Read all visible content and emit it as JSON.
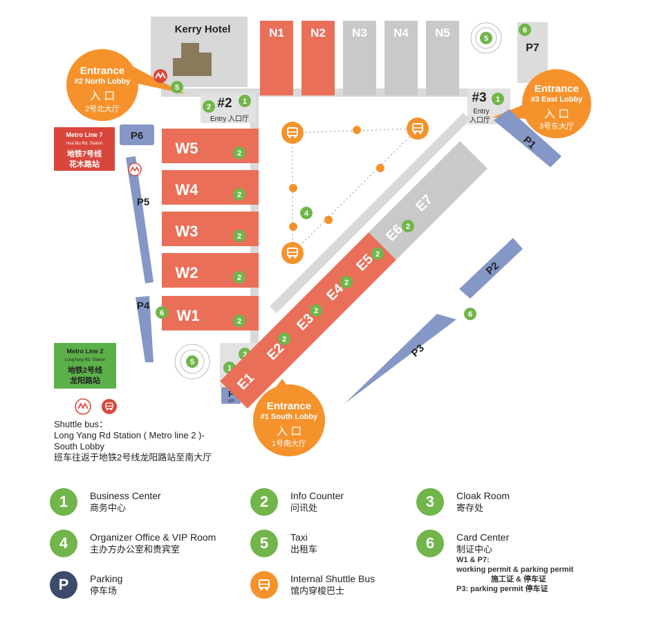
{
  "colors": {
    "hall_red": "#ea6f58",
    "hall_grey": "#c9c9c9",
    "parking_blue": "#8597c6",
    "entrance_orange": "#f5922b",
    "badge_green": "#71b54b",
    "metro_red": "#d9473c",
    "metro_green": "#5cb049"
  },
  "hotel": {
    "name": "Kerry Hotel"
  },
  "halls": {
    "north": [
      "N1",
      "N2",
      "N3",
      "N4",
      "N5"
    ],
    "west": [
      "W5",
      "W4",
      "W3",
      "W2",
      "W1"
    ],
    "east": [
      "E1",
      "E2",
      "E3",
      "E4",
      "E5",
      "E6",
      "E7"
    ]
  },
  "parking": {
    "p1": "P1",
    "p2": "P2",
    "p3": "P3",
    "p4": "P4",
    "p5": "P5",
    "p6": "P6",
    "p7": "P7",
    "p": "P",
    "vip": "VIP"
  },
  "entrances": {
    "north": {
      "title": "Entrance",
      "subtitle": "#2 North Lobby",
      "zh1": "入 口",
      "zh2": "2号北大厅"
    },
    "east": {
      "title": "Entrance",
      "subtitle": "#3 East Lobby",
      "zh1": "入 口",
      "zh2": "3号东大厅"
    },
    "south": {
      "title": "Entrance",
      "subtitle": "#1 South Lobby",
      "zh1": "入 口",
      "zh2": "1号南大厅"
    }
  },
  "entries": {
    "num2": "#2",
    "num2_label": "Entry 入口厅",
    "num3": "#3",
    "num3_label_en": "Entry",
    "num3_label_zh": "入口厅"
  },
  "metro7": {
    "line": "Metro Line 7",
    "station": "Hua Mu Rd. Station",
    "zh1": "地铁7号线",
    "zh2": "花木路站"
  },
  "metro2": {
    "line": "Metro Line 2",
    "station": "LongYang Rd. Station",
    "zh1": "地铁2号线",
    "zh2": "龙阳路站"
  },
  "badges": {
    "b1": "1",
    "b2": "2",
    "b3": "3",
    "b4": "4",
    "b5": "5",
    "b6": "6"
  },
  "shuttle": {
    "line1": "Shuttle bus：",
    "line2": "Long Yang Rd Station ( Metro line 2 )-",
    "line3": "South Lobby",
    "line4": "班车往返于地铁2号线龙阳路站至南大厅"
  },
  "legend": {
    "business": {
      "num": "1",
      "en": "Business Center",
      "zh": "商务中心"
    },
    "info": {
      "num": "2",
      "en": "Info Counter",
      "zh": "问讯处"
    },
    "cloak": {
      "num": "3",
      "en": "Cloak Room",
      "zh": "寄存处"
    },
    "organizer": {
      "num": "4",
      "en": "Organizer Office & VIP Room",
      "zh": "主办方办公室和贵宾室"
    },
    "taxi": {
      "num": "5",
      "en": "Taxi",
      "zh": "出租车"
    },
    "card": {
      "num": "6",
      "en": "Card Center",
      "zh": "制证中心",
      "note1": "W1 & P7:",
      "note2": "working permit & parking permit",
      "note3": "施工证 & 停车证",
      "note4": "P3: parking permit  停车证"
    },
    "parking": {
      "symbol": "P",
      "en": "Parking",
      "zh": "停车场"
    },
    "bus": {
      "en": "Internal Shuttle Bus",
      "zh": "馆内穿梭巴士"
    }
  }
}
